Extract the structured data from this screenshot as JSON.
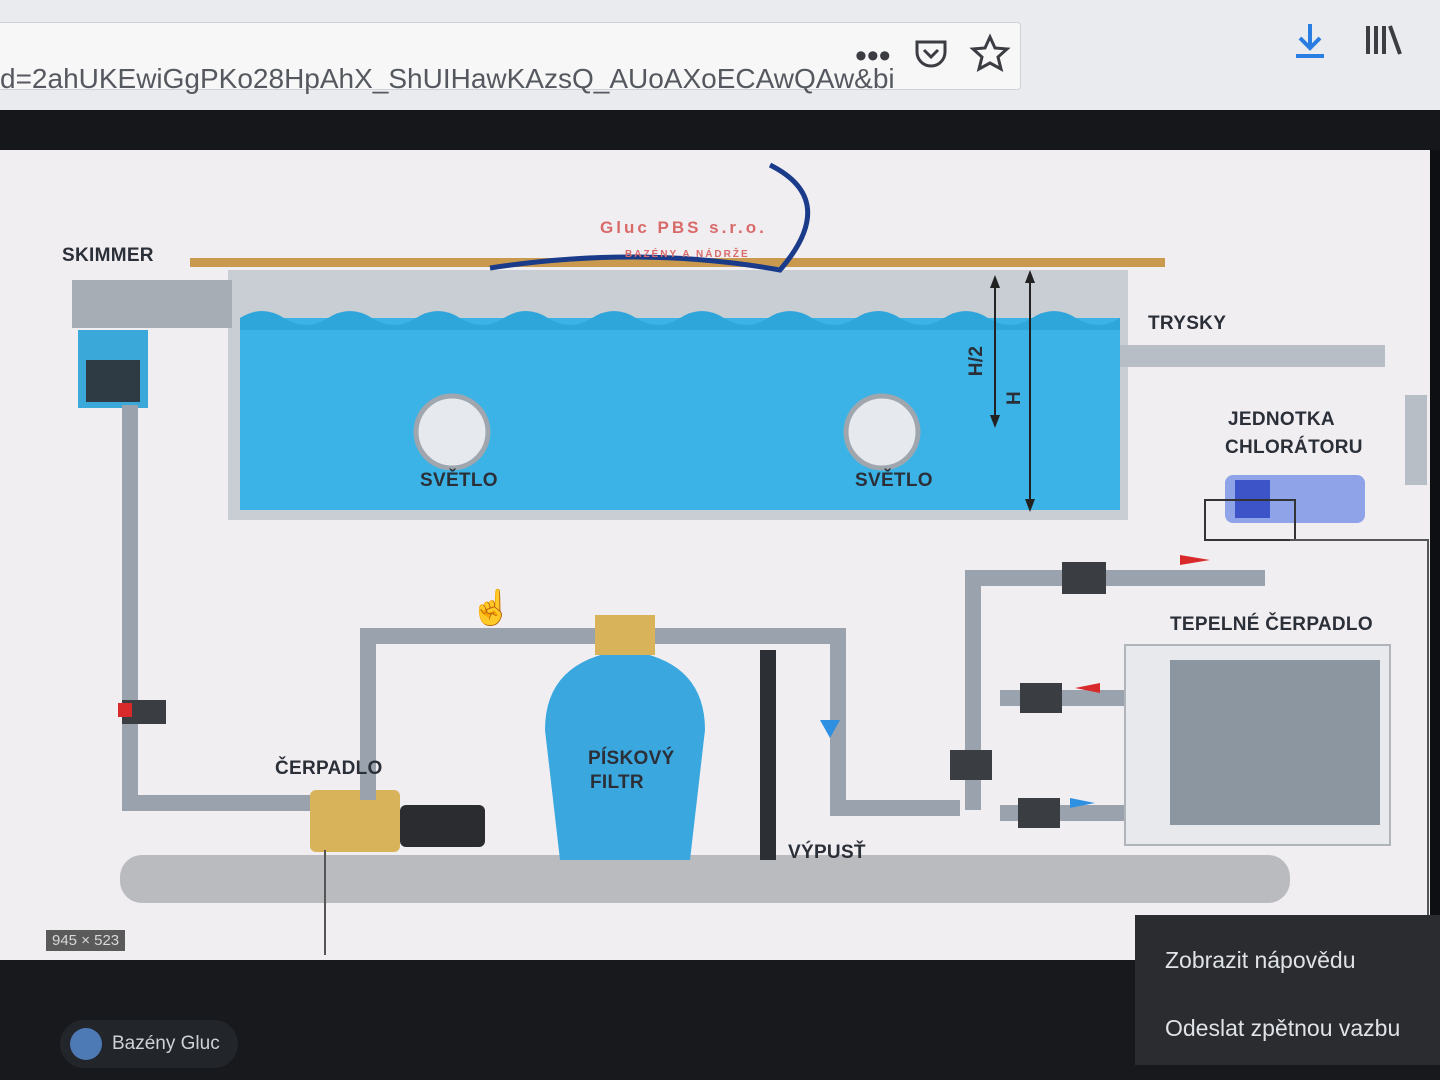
{
  "browser": {
    "url": "d=2ahUKEwiGgPKo28HpAhX_ShUIHawKAzsQ_AUoAXoECAwQAw&bi",
    "icons": [
      "more-icon",
      "pocket-icon",
      "star-icon",
      "download-icon",
      "library-icon"
    ]
  },
  "diagram": {
    "company": "Gluc PBS s.r.o.",
    "tagline": "BAZÉNY A NÁDRŽE",
    "labels": {
      "skimmer": "SKIMMER",
      "trysky": "TRYSKY",
      "svetlo1": "SVĚTLO",
      "svetlo2": "SVĚTLO",
      "h_half": "H/2",
      "h": "H",
      "chlorator_1": "JEDNOTKA",
      "chlorator_2": "CHLORÁTORU",
      "heat_pump": "TEPELNÉ ČERPADLO",
      "pump": "ČERPADLO",
      "filter_1": "PÍSKOVÝ",
      "filter_2": "FILTR",
      "drain": "VÝPUSŤ"
    },
    "image_size": "945 × 523"
  },
  "source": {
    "label": "Bazény Gluc"
  },
  "context_menu": {
    "items": [
      "Zobrazit nápovědu",
      "Odeslat zpětnou vazbu"
    ]
  },
  "colors": {
    "water": "#3bb3e6",
    "pipe": "#9aa3ad",
    "brass": "#d9b35a",
    "valve": "#d82a2a"
  }
}
